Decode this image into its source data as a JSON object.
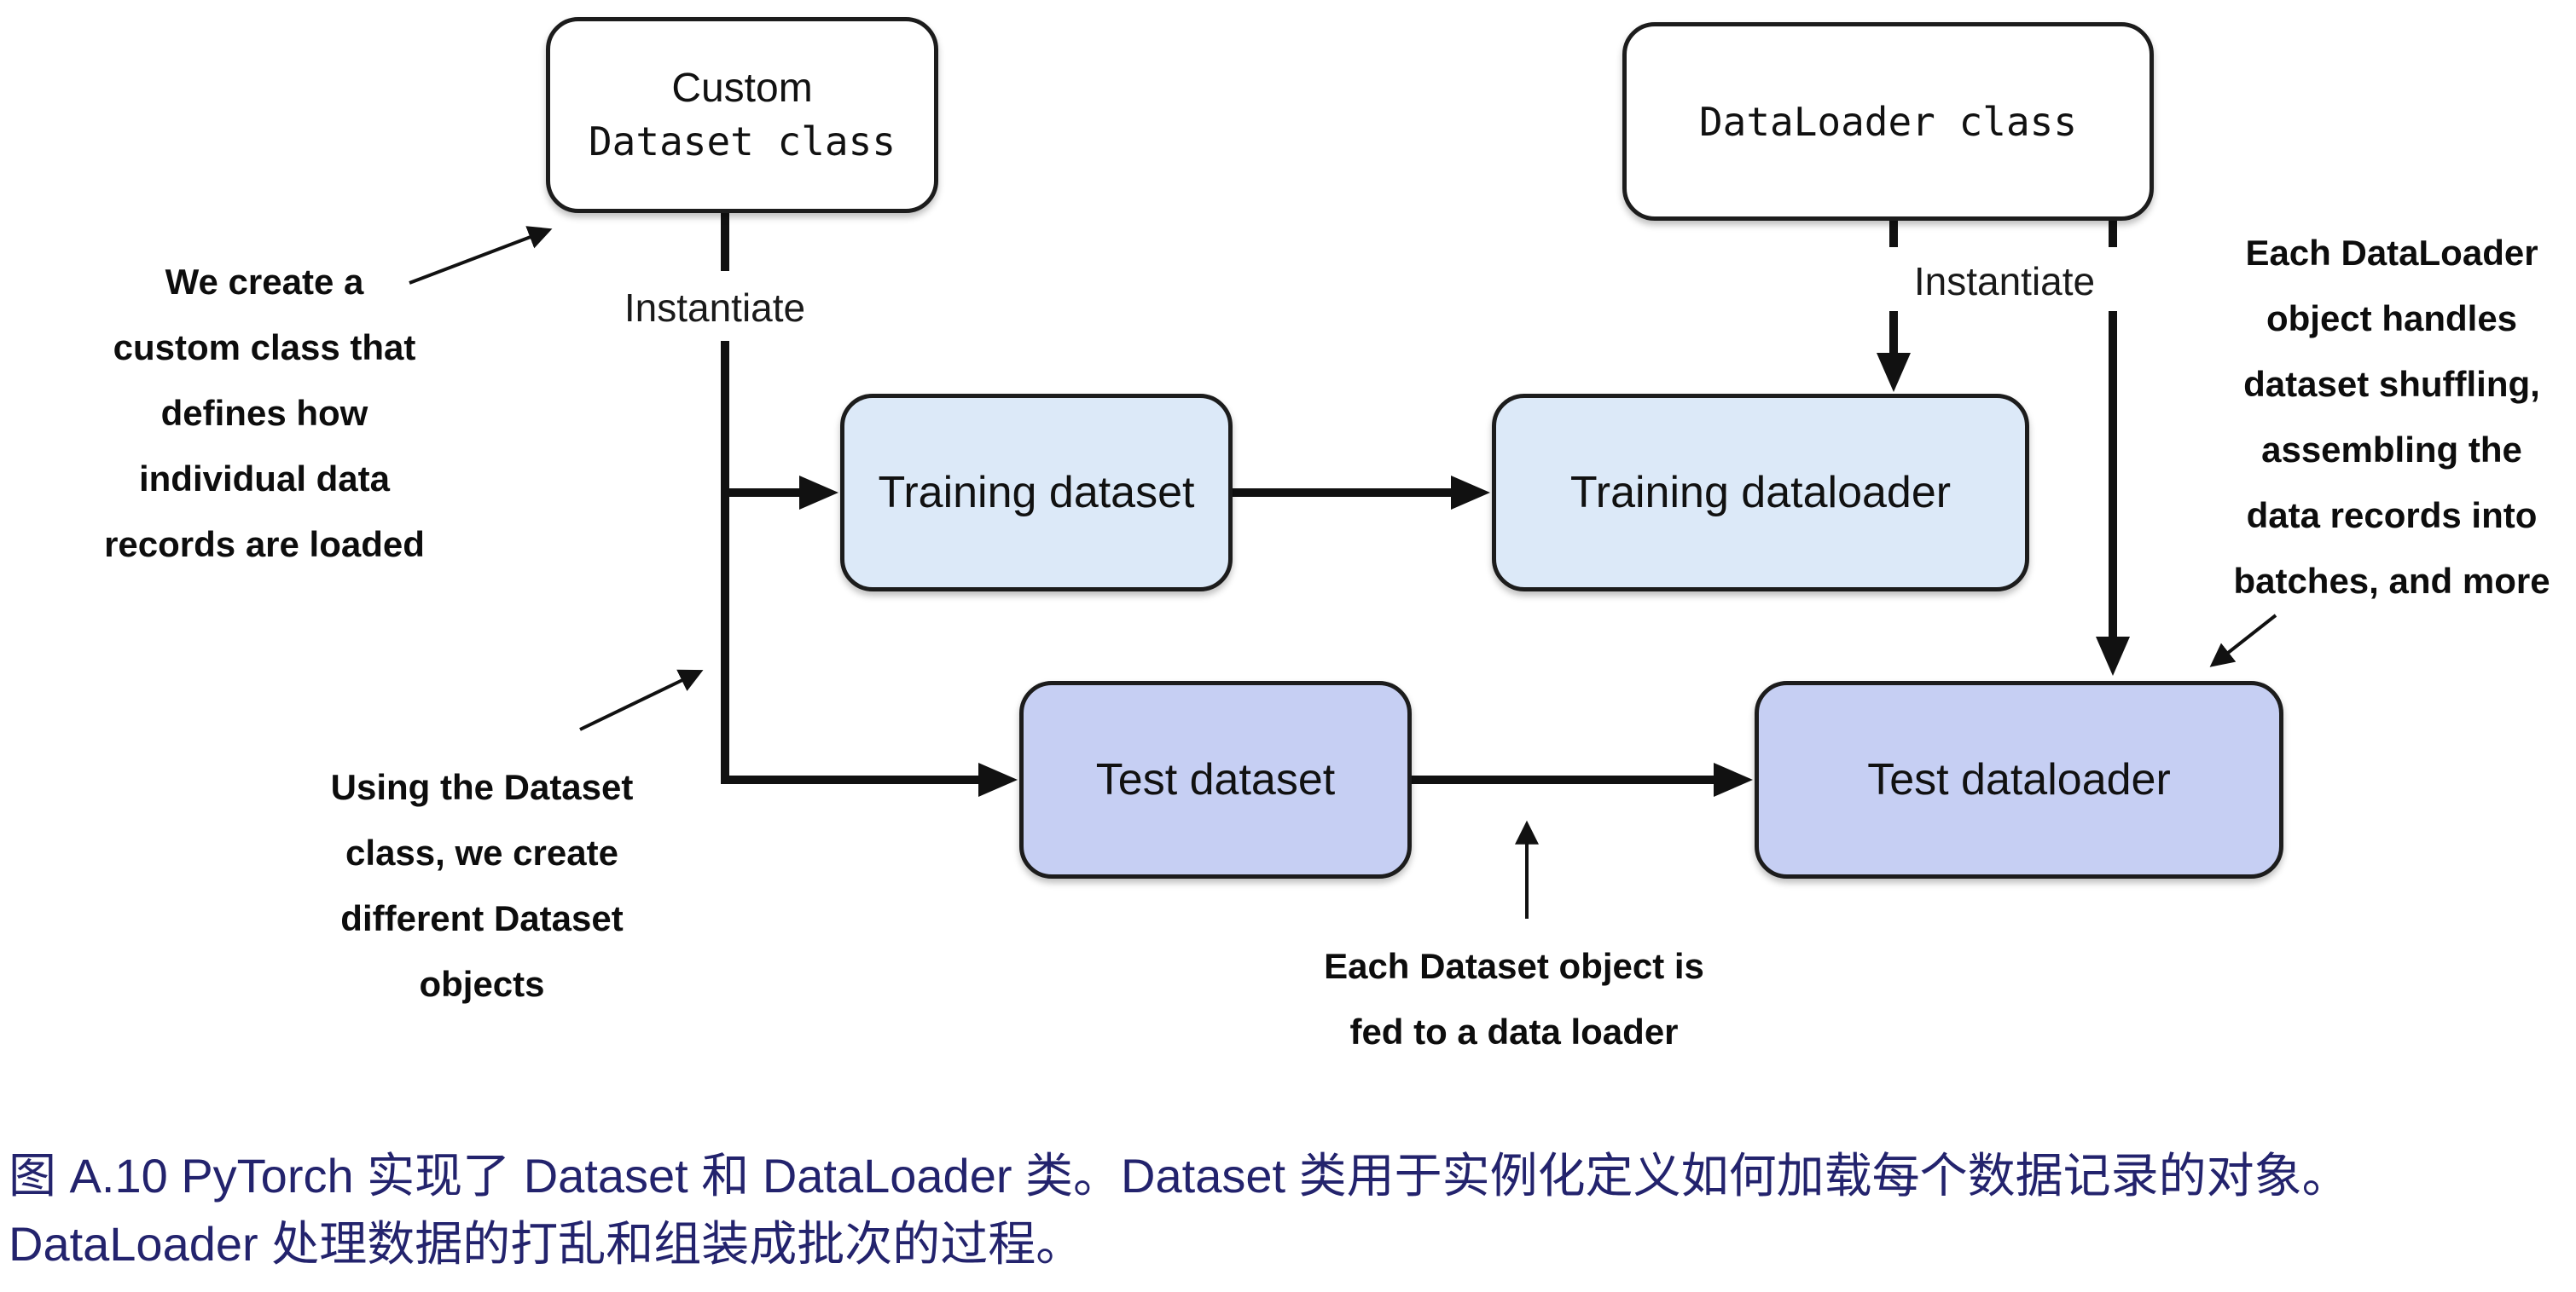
{
  "nodes": {
    "custom": {
      "line1": "Custom",
      "line2": "Dataset class",
      "fill": "#ffffff"
    },
    "dataloader": {
      "label": "DataLoader class",
      "fill": "#ffffff"
    },
    "training_dataset": {
      "label": "Training dataset",
      "fill": "#dce9f8"
    },
    "training_dataloader": {
      "label": "Training dataloader",
      "fill": "#dce9f8"
    },
    "test_dataset": {
      "label": "Test dataset",
      "fill": "#c6cff3"
    },
    "test_dataloader": {
      "label": "Test dataloader",
      "fill": "#c6cff3"
    }
  },
  "edge_labels": {
    "left_instantiate": "Instantiate",
    "right_instantiate": "Instantiate"
  },
  "annotations": {
    "we_create": [
      "We create a",
      "custom class that",
      "defines how",
      "individual data",
      "records are loaded"
    ],
    "using_dataset": [
      "Using the Dataset",
      "class, we create",
      "different Dataset",
      "objects"
    ],
    "each_dataset": [
      "Each Dataset object is",
      "fed to a data loader"
    ],
    "each_dataloader": [
      "Each DataLoader",
      "object handles",
      "dataset shuffling,",
      "assembling the",
      "data records into",
      "batches, and more"
    ]
  },
  "caption": {
    "lines": [
      "图 A.10 PyTorch 实现了 Dataset 和 DataLoader 类。Dataset 类用于实例化定义如何加载每个数据记录的对象。",
      "DataLoader 处理数据的打乱和组装成批次的过程。"
    ]
  },
  "colors": {
    "background": "#ffffff",
    "box_border": "#1c1c1c",
    "connector": "#111111",
    "training_box_fill": "#dce9f8",
    "test_box_fill": "#c6cff3",
    "annotation_text": "#0d0d0d",
    "caption_text": "#23236d"
  }
}
